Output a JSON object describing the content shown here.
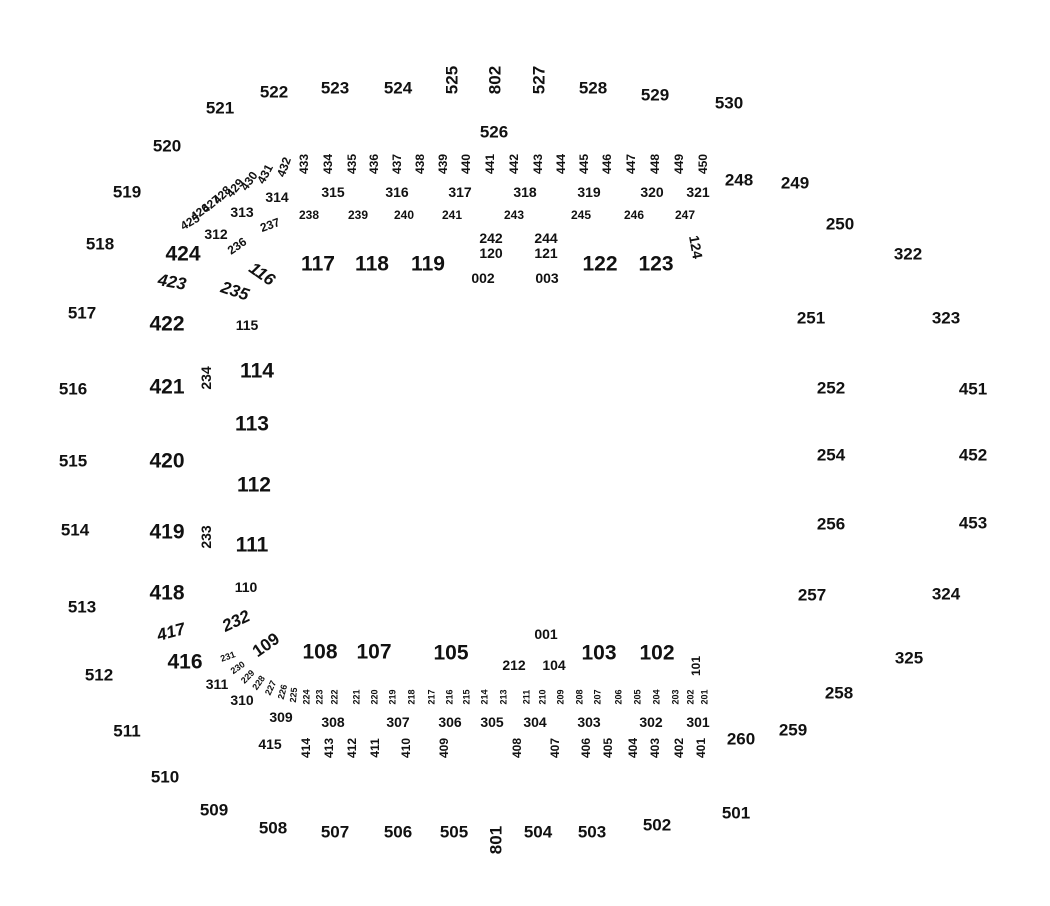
{
  "color": "#111111",
  "sections": {
    "outer": [
      "520",
      "521",
      "522",
      "523",
      "524",
      "525",
      "802",
      "527",
      "528",
      "529",
      "530",
      "519",
      "518",
      "517",
      "516",
      "515",
      "514",
      "513",
      "512",
      "511",
      "510",
      "509",
      "508",
      "507",
      "506",
      "505",
      "801",
      "504",
      "503",
      "502",
      "501"
    ],
    "mid": [
      "526",
      "248",
      "249",
      "250",
      "322",
      "323",
      "451",
      "452",
      "453",
      "324",
      "325",
      "258",
      "259",
      "260",
      "251",
      "252",
      "254",
      "256",
      "257"
    ],
    "upper": [
      "433",
      "434",
      "435",
      "436",
      "437",
      "438",
      "439",
      "440",
      "441",
      "442",
      "443",
      "444",
      "445",
      "446",
      "447",
      "448",
      "449",
      "450",
      "432",
      "431",
      "430",
      "429",
      "428",
      "427",
      "426",
      "425",
      "315",
      "316",
      "317",
      "318",
      "319",
      "320",
      "321",
      "314",
      "313",
      "312",
      "238",
      "239",
      "240",
      "241",
      "243",
      "245",
      "246",
      "247",
      "237",
      "236",
      "242",
      "120",
      "244",
      "121",
      "124",
      "002",
      "003"
    ],
    "plaza": [
      "424",
      "423",
      "422",
      "421",
      "420",
      "419",
      "418",
      "417",
      "416",
      "117",
      "118",
      "119",
      "122",
      "123",
      "116",
      "235",
      "115",
      "234",
      "114",
      "113",
      "112",
      "233",
      "111",
      "110",
      "232",
      "109",
      "108",
      "107",
      "105",
      "001",
      "212",
      "104",
      "103",
      "102",
      "101"
    ],
    "lower": [
      "231",
      "230",
      "229",
      "228",
      "227",
      "226",
      "225",
      "224",
      "223",
      "222",
      "221",
      "220",
      "219",
      "218",
      "217",
      "216",
      "215",
      "214",
      "213",
      "211",
      "210",
      "209",
      "208",
      "207",
      "206",
      "205",
      "204",
      "203",
      "202",
      "201",
      "311",
      "310",
      "309",
      "308",
      "307",
      "306",
      "305",
      "304",
      "303",
      "302",
      "301",
      "415",
      "414",
      "413",
      "412",
      "411",
      "410",
      "409",
      "408",
      "407",
      "406",
      "405",
      "404",
      "403",
      "402",
      "401"
    ]
  }
}
